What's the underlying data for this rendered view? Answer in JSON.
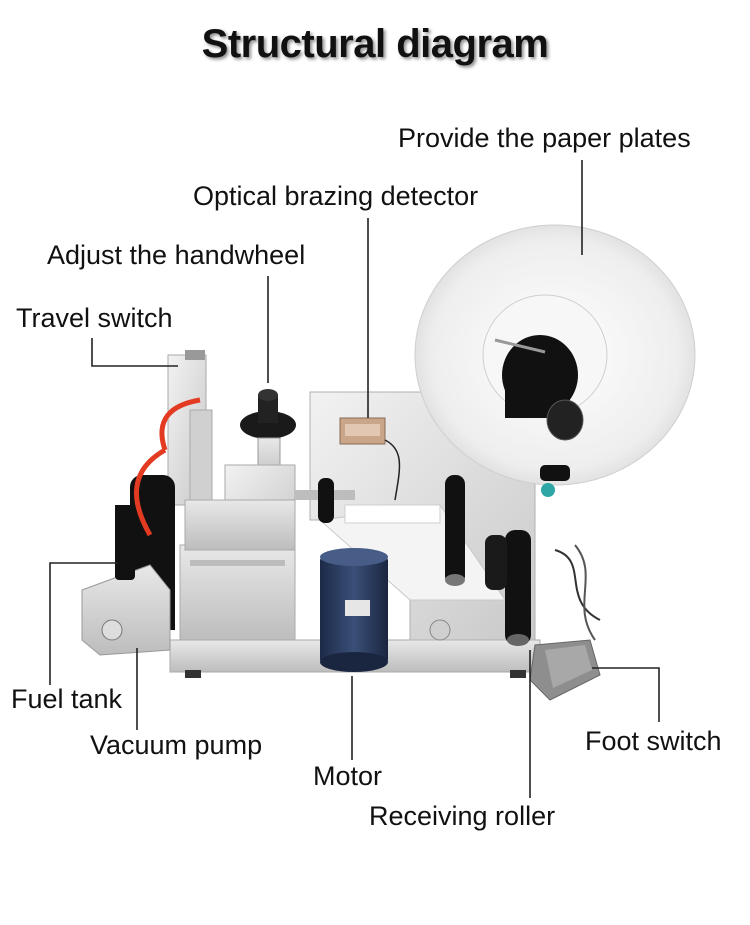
{
  "title": "Structural diagram",
  "labels": {
    "paper_plates": "Provide the paper plates",
    "optical_detector": "Optical brazing detector",
    "handwheel": "Adjust the handwheel",
    "travel_switch": "Travel switch",
    "fuel_tank": "Fuel tank",
    "vacuum_pump": "Vacuum pump",
    "motor": "Motor",
    "receiving_roller": "Receiving roller",
    "foot_switch": "Foot switch"
  },
  "colors": {
    "leader_line": "#222222",
    "machine_silver": "#d9d9d9",
    "motor_blue": "#2c3e63",
    "roll_paper": "#f1f1f1"
  }
}
